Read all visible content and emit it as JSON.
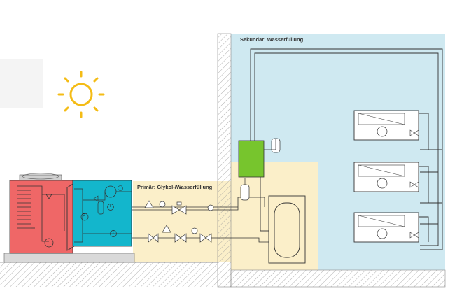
{
  "labels": {
    "secondary": "Sekundär: Wasserfüllung",
    "primary": "Primär: Glykol-/Wasserfüllung"
  },
  "symbols": {
    "pressure": "P",
    "temperature": "T"
  },
  "icons": [
    "sun-icon",
    "pump-icon",
    "fan-coil-icon",
    "valve-icon",
    "expansion-vessel-icon",
    "storage-tank-icon"
  ],
  "colors": {
    "secondary_zone": "#cfe9f1",
    "primary_zone": "#fbefc9",
    "heat_pump_red": "#ef6767",
    "hydraulic_module_cyan": "#13b6cc",
    "controller_green": "#77c52d",
    "sun": "#f4bc16"
  }
}
